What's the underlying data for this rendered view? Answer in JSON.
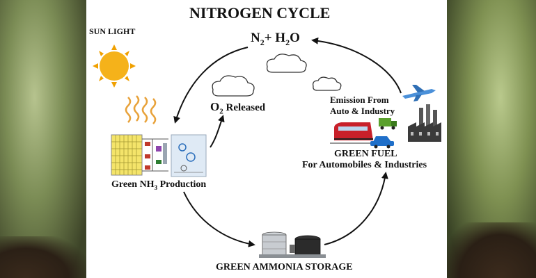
{
  "title": "NITROGEN CYCLE",
  "labels": {
    "sunlight": "SUN LIGHT",
    "n2_main": "N",
    "n2_sub": "2",
    "n2_mid": "+ H",
    "h2o_sub": "2",
    "h2o_end": "O",
    "o2_main": "O",
    "o2_sub": "2",
    "o2_rest": " Released",
    "emission_line1": "Emission From",
    "emission_line2": "Auto & Industry",
    "green_fuel": "GREEN FUEL",
    "fuel_sub": "For Automobiles & Industries",
    "nh3_prefix": "Green NH",
    "nh3_sub": "3",
    "nh3_suffix": " Production",
    "storage": "GREEN AMMONIA STORAGE"
  },
  "colors": {
    "sun": "#f5b21a",
    "sun_rays": "#f0a000",
    "arrow": "#111111",
    "cloud_stroke": "#333333"
  }
}
